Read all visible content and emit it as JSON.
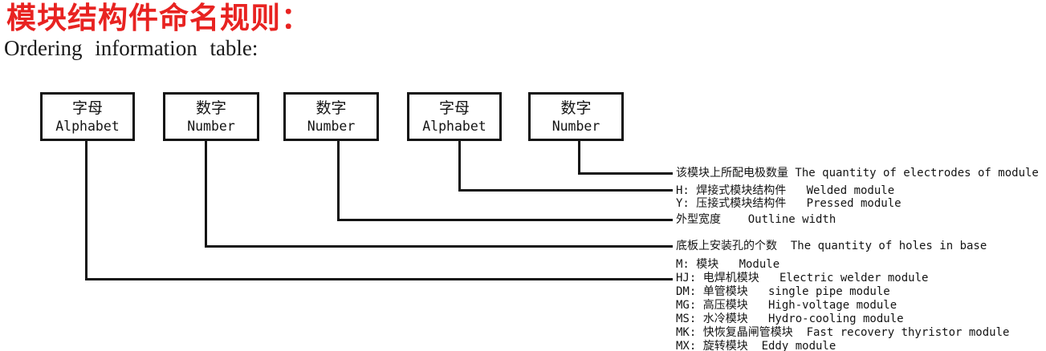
{
  "title": {
    "cn": "模块结构件命名规则："
  },
  "subtitle": {
    "en": "Ordering information table:"
  },
  "boxes": [
    {
      "cn": "字母",
      "en": "Alphabet"
    },
    {
      "cn": "数字",
      "en": "Number"
    },
    {
      "cn": "数字",
      "en": "Number"
    },
    {
      "cn": "字母",
      "en": "Alphabet"
    },
    {
      "cn": "数字",
      "en": "Number"
    }
  ],
  "annotations": {
    "electrodes": {
      "rows": [
        "该模块上所配电极数量 The quantity of electrodes of module"
      ]
    },
    "structure_type": {
      "rows": [
        "H: 焊接式模块结构件   Welded module",
        "Y: 压接式模块结构件   Pressed module"
      ]
    },
    "outline_width": {
      "rows": [
        "外型宽度    Outline width"
      ]
    },
    "base_holes": {
      "rows": [
        "底板上安装孔的个数  The quantity of holes in base"
      ]
    },
    "module_types": {
      "rows": [
        "M: 模块   Module",
        "HJ: 电焊机模块   Electric welder module",
        "DM: 单管模块   single pipe module",
        "MG: 高压模块   High-voltage module",
        "MS: 水冷模块   Hydro-cooling module",
        "MK: 快恢复晶闸管模块  Fast recovery thyristor module",
        "MX: 旋转模块  Eddy module"
      ]
    }
  },
  "colors": {
    "title_red": "#e82321",
    "line_black": "#141414"
  }
}
